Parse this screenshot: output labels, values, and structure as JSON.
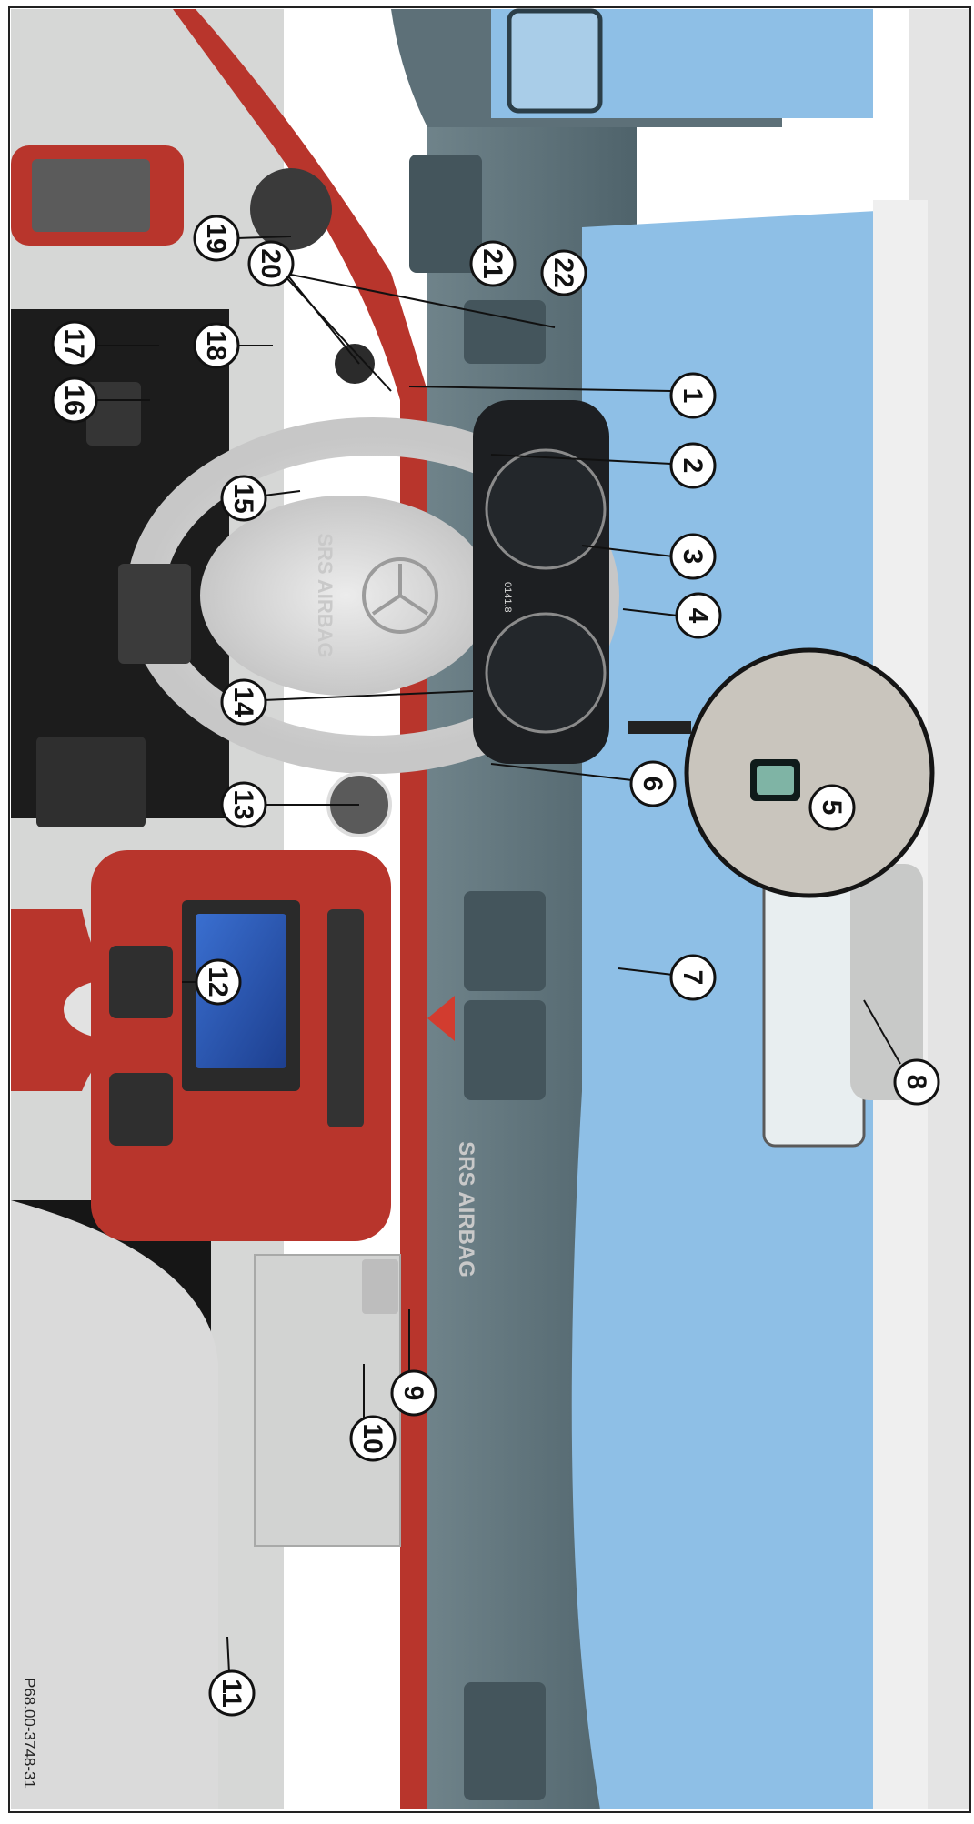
{
  "figure": {
    "code": "P68.00-3748-31",
    "airbag_labels": [
      "SRS AIRBAG",
      "SRS AIRBAG"
    ],
    "odometer": "0141.8"
  },
  "callouts": [
    "1",
    "2",
    "3",
    "4",
    "5",
    "6",
    "7",
    "8",
    "9",
    "10",
    "11",
    "12",
    "13",
    "14",
    "15",
    "16",
    "17",
    "18",
    "19",
    "20",
    "21",
    "22"
  ],
  "colors": {
    "wood_trim": "#b8352c",
    "dashboard": "#5d7078",
    "windshield": "#8ebfe6",
    "interior_gray": "#d6d7d6",
    "callout_fill": "#ffffff"
  },
  "icons": [
    "steering-wheel-icon",
    "mercedes-star-icon",
    "hazard-triangle-icon",
    "ignition-lock-icon"
  ]
}
